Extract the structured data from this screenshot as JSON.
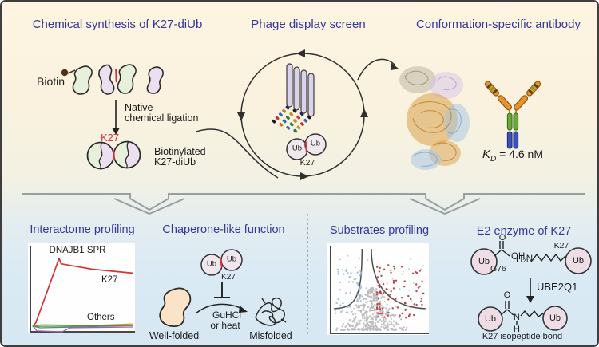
{
  "palette": {
    "title_blue": "#35379b",
    "k27_red": "#d63345",
    "background_top": "#fbf3e0",
    "background_bottom": "#d9e9f3",
    "phage_rod": "#dbd3ea",
    "antibody_orange": "#e6932e",
    "antibody_green": "#6aa839",
    "antibody_blue": "#3b50b8"
  },
  "top": {
    "synthesis": {
      "title": "Chemical synthesis of K27-diUb",
      "biotin": "Biotin",
      "ligation_line1": "Native",
      "ligation_line2": "chemical ligation",
      "k27": "K27",
      "product_line1": "Biotinylated",
      "product_line2": "K27-diUb"
    },
    "phage": {
      "title": "Phage display screen",
      "ub": "Ub",
      "k27": "K27"
    },
    "antibody": {
      "title": "Conformation-specific antibody",
      "kd_symbol": "K",
      "kd_subscript": "D",
      "kd_value": " = 4.6 nM"
    }
  },
  "bottom": {
    "interactome": {
      "title": "Interactome profiling"
    },
    "chaperone": {
      "title": "Chaperone-like function",
      "ub": "Ub",
      "k27": "K27",
      "stress_line1": "GuHCl",
      "stress_line2": "or heat",
      "well_folded": "Well-folded",
      "misfolded": "Misfolded"
    },
    "substrates": {
      "title": "Substrates profiling"
    },
    "e2": {
      "title": "E2 enzyme of K27",
      "ub": "Ub",
      "o": "O",
      "oh": "OH",
      "g76": "G76",
      "h2n": "H₂N",
      "k27": "K27",
      "enzyme": "UBE2Q1",
      "n": "N",
      "h": "H",
      "bond": "K27 isopeptide bond"
    }
  },
  "chart_data": [
    {
      "type": "line",
      "title": "DNAJB1 SPR",
      "context": "SPR sensorgram of DNAJB1 binding",
      "x_range": [
        0,
        100
      ],
      "y_range": [
        0,
        100
      ],
      "series": [
        {
          "name": "K27",
          "color": "#d63333",
          "points": [
            [
              1,
              3
            ],
            [
              4,
              8
            ],
            [
              27,
              90
            ],
            [
              29,
              83
            ],
            [
              42,
              80
            ],
            [
              60,
              76
            ],
            [
              100,
              71
            ]
          ]
        },
        {
          "name": "Others-orange",
          "color": "#d89a30",
          "points": [
            [
              1,
              3
            ],
            [
              10,
              5
            ],
            [
              60,
              4
            ],
            [
              100,
              6
            ]
          ]
        },
        {
          "name": "Others-teal",
          "color": "#2e9b8f",
          "points": [
            [
              1,
              3
            ],
            [
              8,
              1
            ],
            [
              45,
              2
            ],
            [
              100,
              4
            ]
          ]
        },
        {
          "name": "Others-magenta",
          "color": "#b455b0",
          "points": [
            [
              1,
              3
            ],
            [
              5,
              -3
            ],
            [
              30,
              -4
            ],
            [
              38,
              1
            ],
            [
              100,
              2
            ]
          ]
        },
        {
          "name": "Others-green",
          "color": "#5a8f3c",
          "points": [
            [
              1,
              3
            ],
            [
              15,
              3
            ],
            [
              100,
              4
            ]
          ]
        }
      ],
      "labels": {
        "k27": "K27",
        "others": "Others"
      },
      "legend_position": "inline",
      "grid": false
    },
    {
      "type": "scatter",
      "context": "volcano plot of substrates profiling",
      "clusters": [
        {
          "name": "nonsignificant",
          "shape": "triangle",
          "color": "#b9b9b9",
          "n": 430,
          "cx": 43,
          "base_half_width": 43,
          "y_min": 1,
          "y_max": 52,
          "r": 1.1,
          "layer": 1
        },
        {
          "name": "scattered",
          "color": "#c2c2c2",
          "n": 34,
          "x_min": 3,
          "x_max": 97,
          "y_min": 25,
          "y_max": 92,
          "r": 1.0,
          "layer": 1
        },
        {
          "name": "downregulated",
          "color": "#9cb9d5",
          "n": 58,
          "x_min": 2,
          "x_max": 30,
          "y_min": 20,
          "y_max": 75,
          "bias": "right",
          "r": 1.2,
          "layer": 2
        },
        {
          "name": "upregulated",
          "color": "#ae3a3c",
          "n": 88,
          "x_min": 47,
          "x_max": 97,
          "y_min": 16,
          "y_max": 80,
          "bias": "left",
          "r": 1.2,
          "layer": 2
        }
      ],
      "threshold": {
        "color": "#4e4e4e",
        "tail_y": 27,
        "left_asymptote_x": 31,
        "right_asymptote_x": 41
      },
      "grid": false
    }
  ]
}
